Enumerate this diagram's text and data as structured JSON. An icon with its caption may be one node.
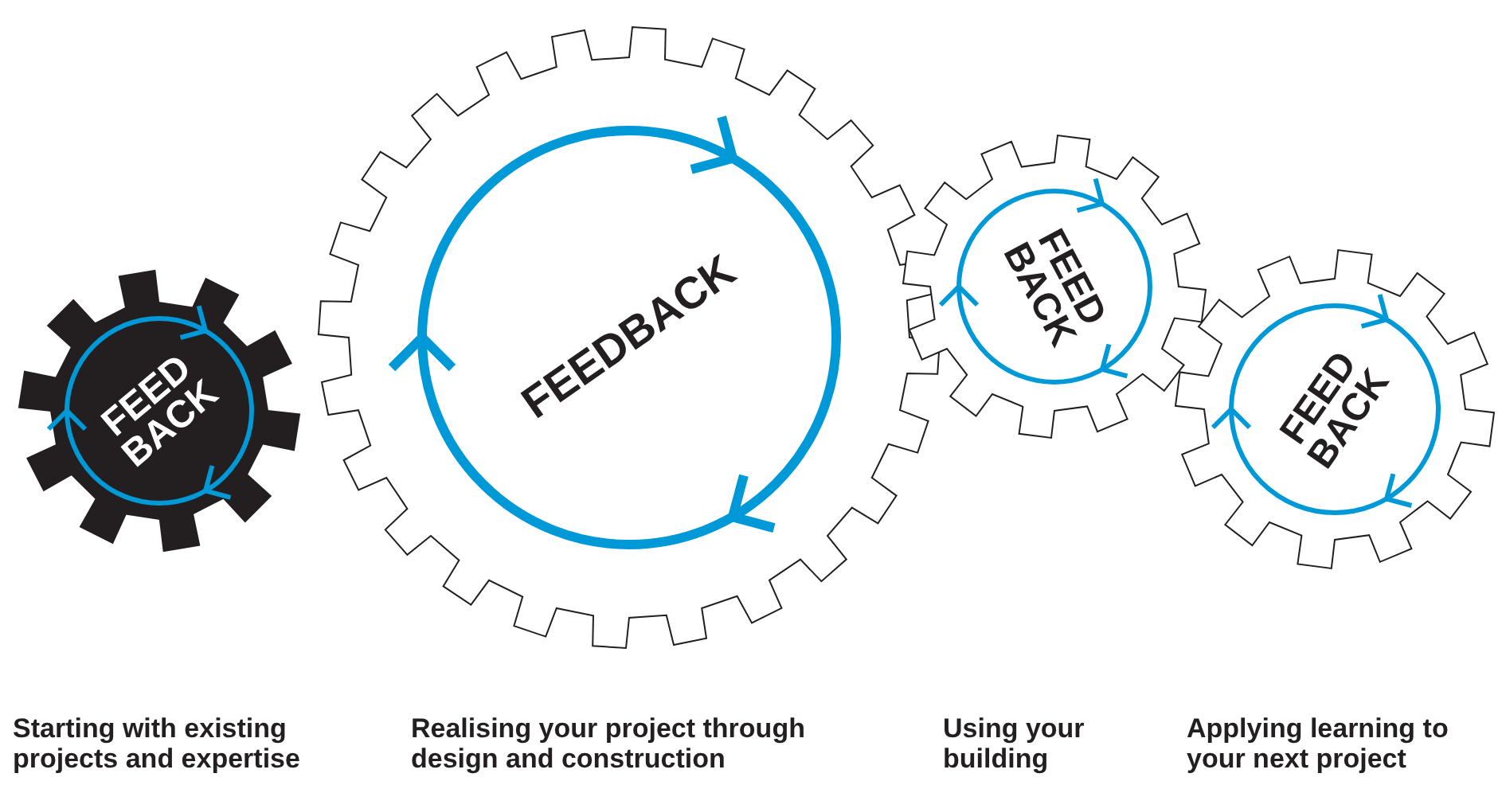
{
  "diagram": {
    "nodes": [
      {
        "text": [
          "FEED BACK"
        ]
      },
      {
        "text": [
          "FEEDBACK"
        ]
      },
      {
        "text": [
          "FEED BACK"
        ]
      },
      {
        "text": [
          "FEED BACK"
        ]
      }
    ],
    "labels": [
      "Starting with existing projects and expertise",
      "Realising your project through design and construction",
      "Using your building",
      "Applying learning to your next project"
    ]
  }
}
